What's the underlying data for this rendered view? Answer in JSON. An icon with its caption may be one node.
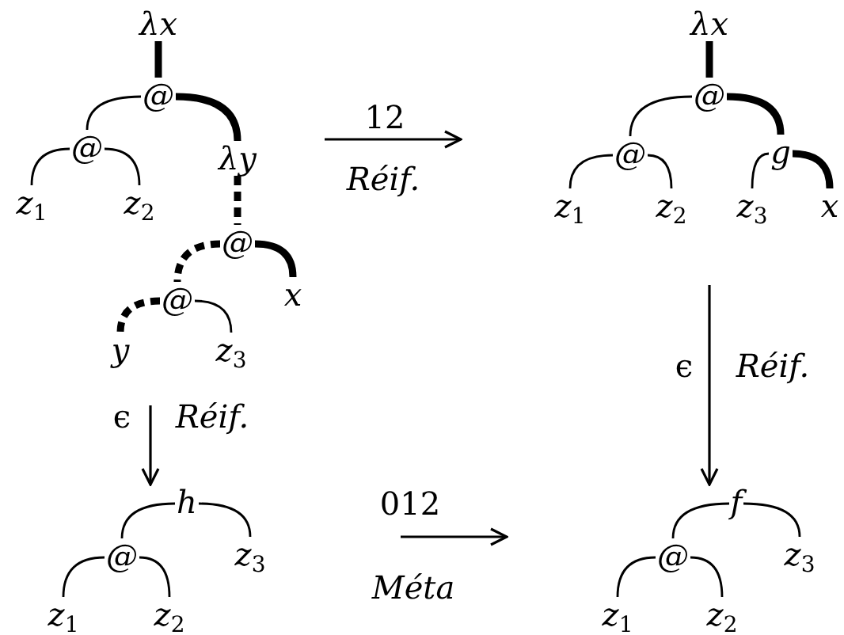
{
  "diagram": {
    "nodes": [
      {
        "text": [
          "λx"
        ]
      },
      {
        "text": [
          "@"
        ]
      },
      {
        "text": [
          "@"
        ]
      },
      {
        "text": [
          "z$_{1}$"
        ]
      },
      {
        "text": [
          "z$_{2}$"
        ]
      },
      {
        "text": [
          "λy"
        ]
      },
      {
        "text": [
          "@"
        ]
      },
      {
        "text": [
          "x"
        ]
      },
      {
        "text": [
          "@"
        ]
      },
      {
        "text": [
          "y"
        ]
      },
      {
        "text": [
          "z$_{3}$"
        ]
      },
      {
        "text": [
          "λx"
        ]
      },
      {
        "text": [
          "@"
        ]
      },
      {
        "text": [
          "@"
        ]
      },
      {
        "text": [
          "z$_{1}$"
        ]
      },
      {
        "text": [
          "z$_{2}$"
        ]
      },
      {
        "text": [
          "g"
        ]
      },
      {
        "text": [
          "z$_{3}$"
        ]
      },
      {
        "text": [
          "x"
        ]
      },
      {
        "text": [
          "h"
        ]
      },
      {
        "text": [
          "@"
        ]
      },
      {
        "text": [
          "z$_{1}$"
        ]
      },
      {
        "text": [
          "z$_{2}$"
        ]
      },
      {
        "text": [
          "z$_{3}$"
        ]
      },
      {
        "text": [
          "f"
        ]
      },
      {
        "text": [
          "@"
        ]
      },
      {
        "text": [
          "z$_{1}$"
        ]
      },
      {
        "text": [
          "z$_{2}$"
        ]
      },
      {
        "text": [
          "z$_{3}$"
        ]
      }
    ],
    "edges": [
      {
        "from": 0,
        "to": 1,
        "arrow": "none",
        "style": "thick"
      },
      {
        "from": 1,
        "to": 2,
        "arrow": "none"
      },
      {
        "from": 1,
        "to": 5,
        "arrow": "none",
        "style": "thick"
      },
      {
        "from": 2,
        "to": 3,
        "arrow": "none"
      },
      {
        "from": 2,
        "to": 4,
        "arrow": "none"
      },
      {
        "from": 5,
        "to": 6,
        "arrow": "none",
        "style": "dashed"
      },
      {
        "from": 6,
        "to": 8,
        "arrow": "none",
        "style": "dashed"
      },
      {
        "from": 6,
        "to": 7,
        "arrow": "none",
        "style": "thick"
      },
      {
        "from": 8,
        "to": 9,
        "arrow": "none",
        "style": "dashed"
      },
      {
        "from": 8,
        "to": 10,
        "arrow": "none"
      },
      {
        "from": 11,
        "to": 12,
        "arrow": "none",
        "style": "thick"
      },
      {
        "from": 12,
        "to": 13,
        "arrow": "none"
      },
      {
        "from": 12,
        "to": 16,
        "arrow": "none",
        "style": "thick"
      },
      {
        "from": 13,
        "to": 14,
        "arrow": "none"
      },
      {
        "from": 13,
        "to": 15,
        "arrow": "none"
      },
      {
        "from": 16,
        "to": 17,
        "arrow": "none"
      },
      {
        "from": 16,
        "to": 18,
        "arrow": "none",
        "style": "thick"
      },
      {
        "from": 19,
        "to": 20,
        "arrow": "none"
      },
      {
        "from": 19,
        "to": 23,
        "arrow": "none"
      },
      {
        "from": 20,
        "to": 21,
        "arrow": "none"
      },
      {
        "from": 20,
        "to": 22,
        "arrow": "none"
      },
      {
        "from": 24,
        "to": 25,
        "arrow": "none"
      },
      {
        "from": 24,
        "to": 28,
        "arrow": "none"
      },
      {
        "from": 25,
        "to": 26,
        "arrow": "none"
      },
      {
        "from": 25,
        "to": 27,
        "arrow": "none"
      },
      {
        "from": null,
        "to": 24,
        "arrow": "to"
      },
      {
        "from": null,
        "to": 19,
        "arrow": "to"
      }
    ],
    "labels": [
      "12",
      "Réif.",
      "ϵ",
      "Réif.",
      "ϵ",
      "Réif.",
      "012",
      "Méta"
    ]
  }
}
